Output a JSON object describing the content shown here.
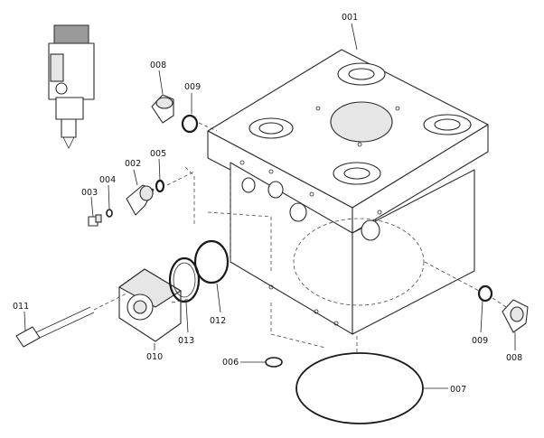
{
  "callouts": {
    "c001": "001",
    "c002": "002",
    "c003": "003",
    "c004": "004",
    "c005": "005",
    "c006": "006",
    "c007": "007",
    "c008a": "008",
    "c008b": "008",
    "c009a": "009",
    "c009b": "009",
    "c010": "010",
    "c011": "011",
    "c012": "012",
    "c013": "013"
  },
  "colors": {
    "line": "#2a2a2a",
    "background": "#ffffff",
    "shade": "#e6e6e6"
  }
}
